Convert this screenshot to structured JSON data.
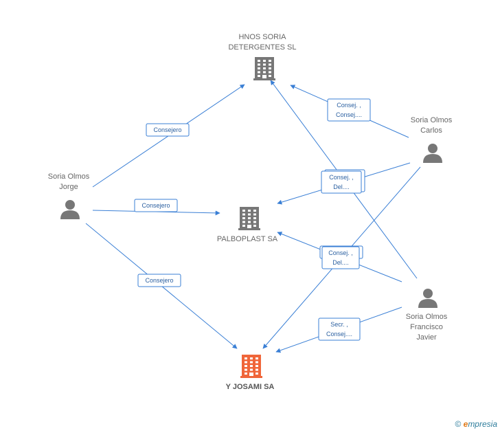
{
  "nodes": [
    {
      "id": "hnos",
      "kind": "company",
      "lines": [
        "HNOS SORIA",
        "DETERGENTES SL"
      ],
      "color": "#777777",
      "icon": "building-icon"
    },
    {
      "id": "palbo",
      "kind": "company",
      "lines": [
        "PALBOPLAST SA"
      ],
      "color": "#777777",
      "icon": "building-icon"
    },
    {
      "id": "josami",
      "kind": "company",
      "lines": [
        "Y JOSAMI SA"
      ],
      "color": "#f0663a",
      "icon": "building-icon",
      "focus": true
    },
    {
      "id": "jorge",
      "kind": "person",
      "lines": [
        "Soria Olmos",
        "Jorge"
      ],
      "color": "#777777",
      "icon": "person-icon"
    },
    {
      "id": "carlos",
      "kind": "person",
      "lines": [
        "Soria Olmos",
        "Carlos"
      ],
      "color": "#777777",
      "icon": "person-icon"
    },
    {
      "id": "francisco",
      "kind": "person",
      "lines": [
        "Soria Olmos",
        "Francisco",
        "Javier"
      ],
      "color": "#777777",
      "icon": "person-icon"
    }
  ],
  "edges": [
    {
      "from": "jorge",
      "to": "hnos",
      "label": [
        "Consejero"
      ]
    },
    {
      "from": "jorge",
      "to": "palbo",
      "label": [
        "Consejero"
      ]
    },
    {
      "from": "jorge",
      "to": "josami",
      "label": [
        "Consejero"
      ]
    },
    {
      "from": "carlos",
      "to": "hnos",
      "label": [
        "Consej. ,",
        "Consej...."
      ]
    },
    {
      "from": "carlos",
      "to": "palbo",
      "label": [
        "Consej. ,",
        "Del...."
      ]
    },
    {
      "from": "carlos",
      "to": "josami",
      "label": [
        "Consejero"
      ]
    },
    {
      "from": "francisco",
      "to": "hnos",
      "label": [
        "Consej. ,",
        "Del...."
      ]
    },
    {
      "from": "francisco",
      "to": "palbo",
      "label": [
        "Consej. ,",
        "Del...."
      ]
    },
    {
      "from": "francisco",
      "to": "josami",
      "label": [
        "Secr. ,",
        "Consej...."
      ]
    }
  ],
  "footer": {
    "copyright": "©",
    "brand_e": "e",
    "brand_rest": "mpresia"
  }
}
